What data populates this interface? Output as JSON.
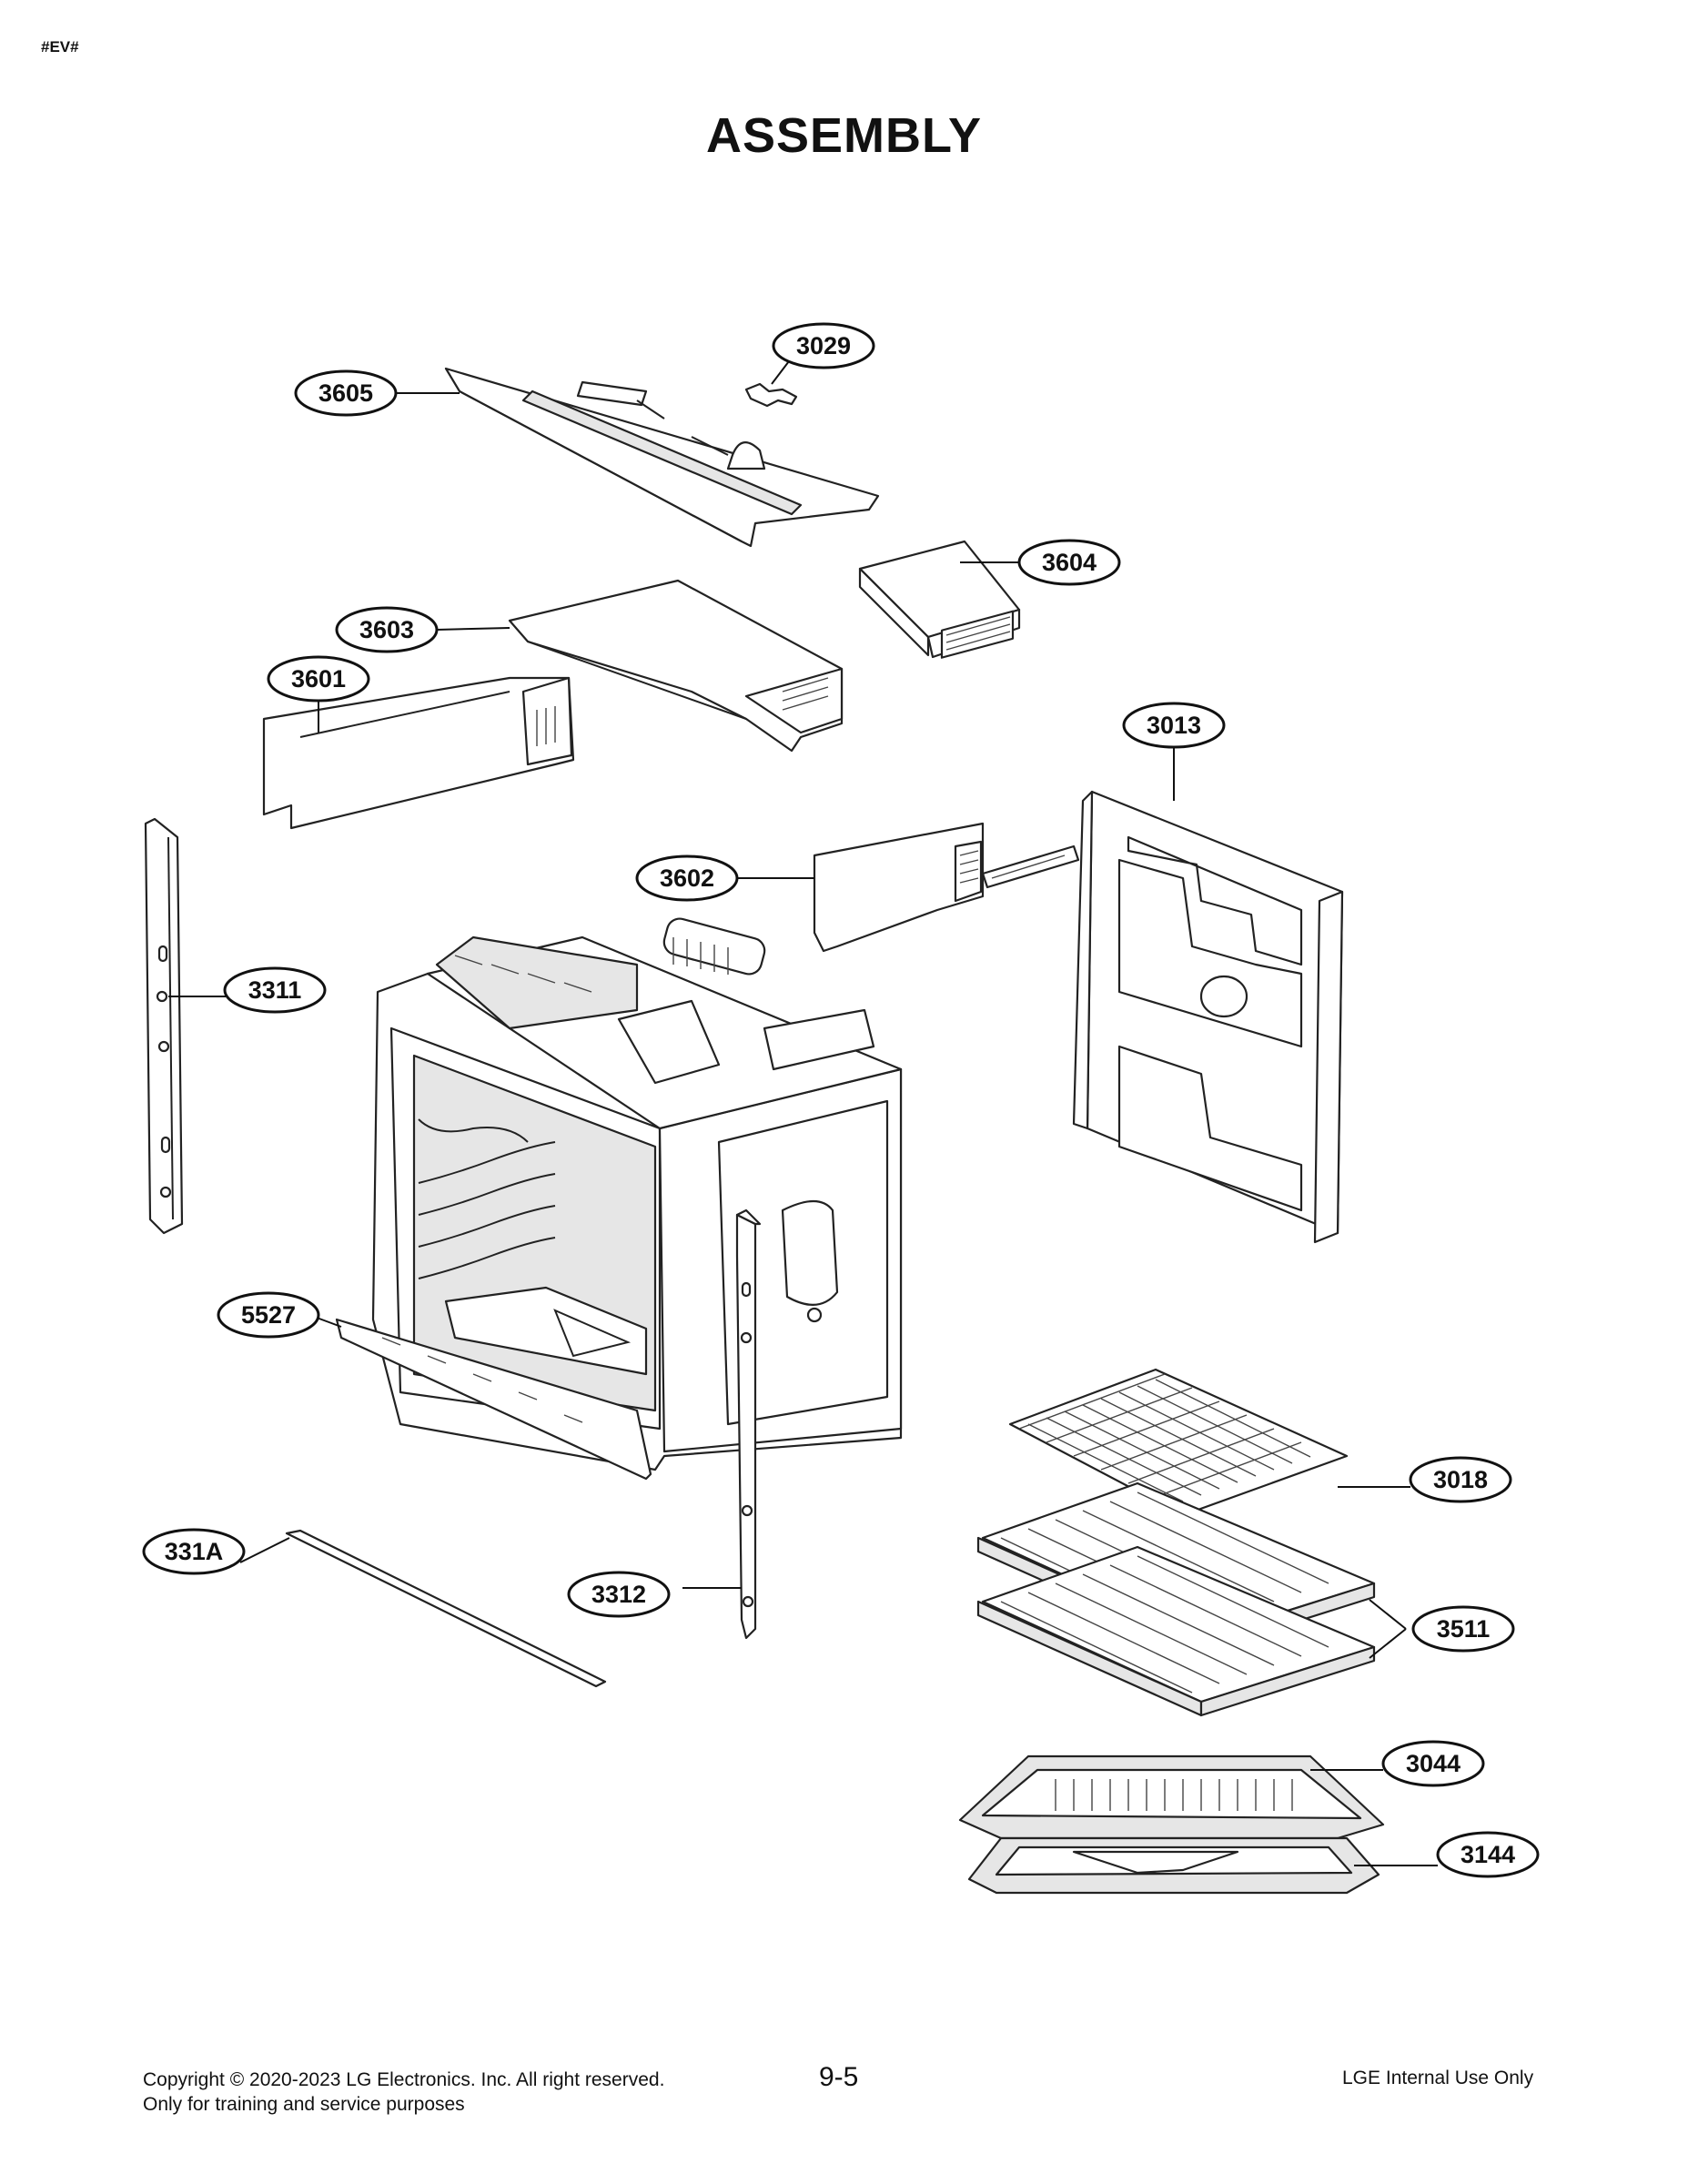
{
  "header": {
    "tag": "#EV#",
    "title": "ASSEMBLY"
  },
  "callouts": [
    "3029",
    "3605",
    "3604",
    "3603",
    "3601",
    "3013",
    "3602",
    "3311",
    "5527",
    "3018",
    "331A",
    "3312",
    "3511",
    "3044",
    "3144"
  ],
  "footer": {
    "copyright": "Copyright © 2020-2023 LG Electronics. Inc. All right reserved.",
    "note": "Only for training and service purposes",
    "page": "9-5",
    "classification": "LGE Internal Use Only"
  }
}
